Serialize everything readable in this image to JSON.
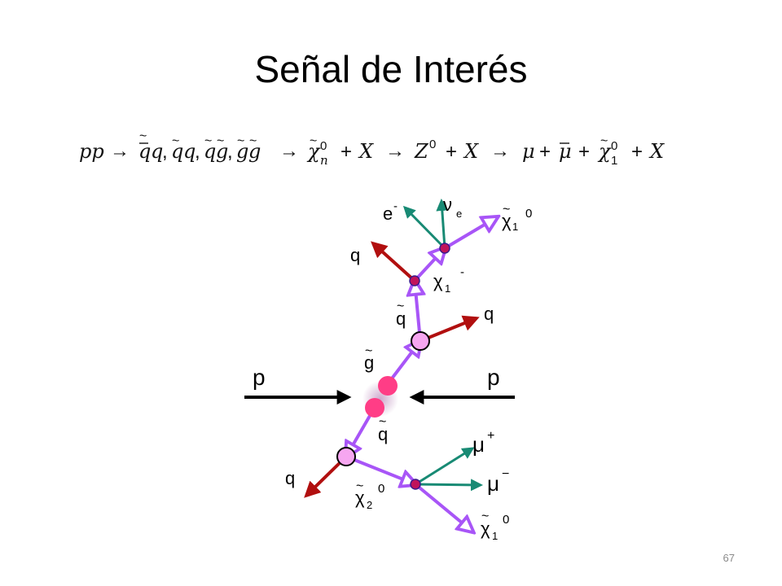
{
  "slide": {
    "title": "Señal de Interés",
    "page_number": "67"
  },
  "reaction": {
    "pp": "pp",
    "arrow": "→",
    "comma": ",",
    "plus": "+",
    "q": "q",
    "g": "g",
    "chi": "χ",
    "n": "n",
    "one": "1",
    "zero": "0",
    "X": "X",
    "Z": "Z",
    "mu": "μ",
    "bar": "¯",
    "tilde": "~"
  },
  "diagram": {
    "labels": {
      "e_minus": "e",
      "minus_sup": "-",
      "nu": "ν",
      "nu_sub": "e",
      "chi_main": "χ",
      "chi_tilde": "~",
      "chi1_sub": "1",
      "chi2_sub": "2",
      "zero_sup": "0",
      "q": "q",
      "q_tilde": "~",
      "g": "g",
      "g_tilde": "~",
      "p_left": "p",
      "p_right": "p",
      "mu": "μ",
      "plus_sup": "+",
      "minus_sup2": "−"
    },
    "colors": {
      "sparticle": "#a855f7",
      "quark": "#b10f0f",
      "lepton": "#188a74",
      "proton": "#000000",
      "vertex_fill": "#f6a6f0",
      "collision": "#ff3d86",
      "decay_vertex": "#c0135b"
    }
  }
}
